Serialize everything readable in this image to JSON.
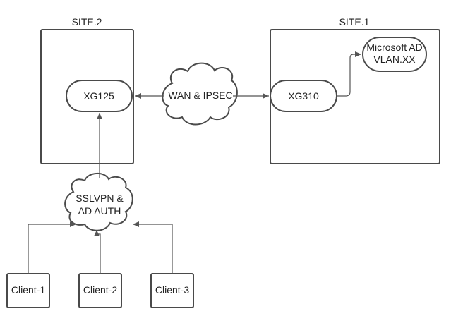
{
  "sites": {
    "site2": {
      "label": "SITE.2"
    },
    "site1": {
      "label": "SITE.1"
    }
  },
  "nodes": {
    "xg125": "XG125",
    "xg310": "XG310",
    "ad_line1": "Microsoft AD",
    "ad_line2": "VLAN.XX"
  },
  "clouds": {
    "wan": "WAN & IPSEC",
    "sslvpn_line1": "SSLVPN &",
    "sslvpn_line2": "AD AUTH"
  },
  "clients": [
    "Client-1",
    "Client-2",
    "Client-3"
  ]
}
